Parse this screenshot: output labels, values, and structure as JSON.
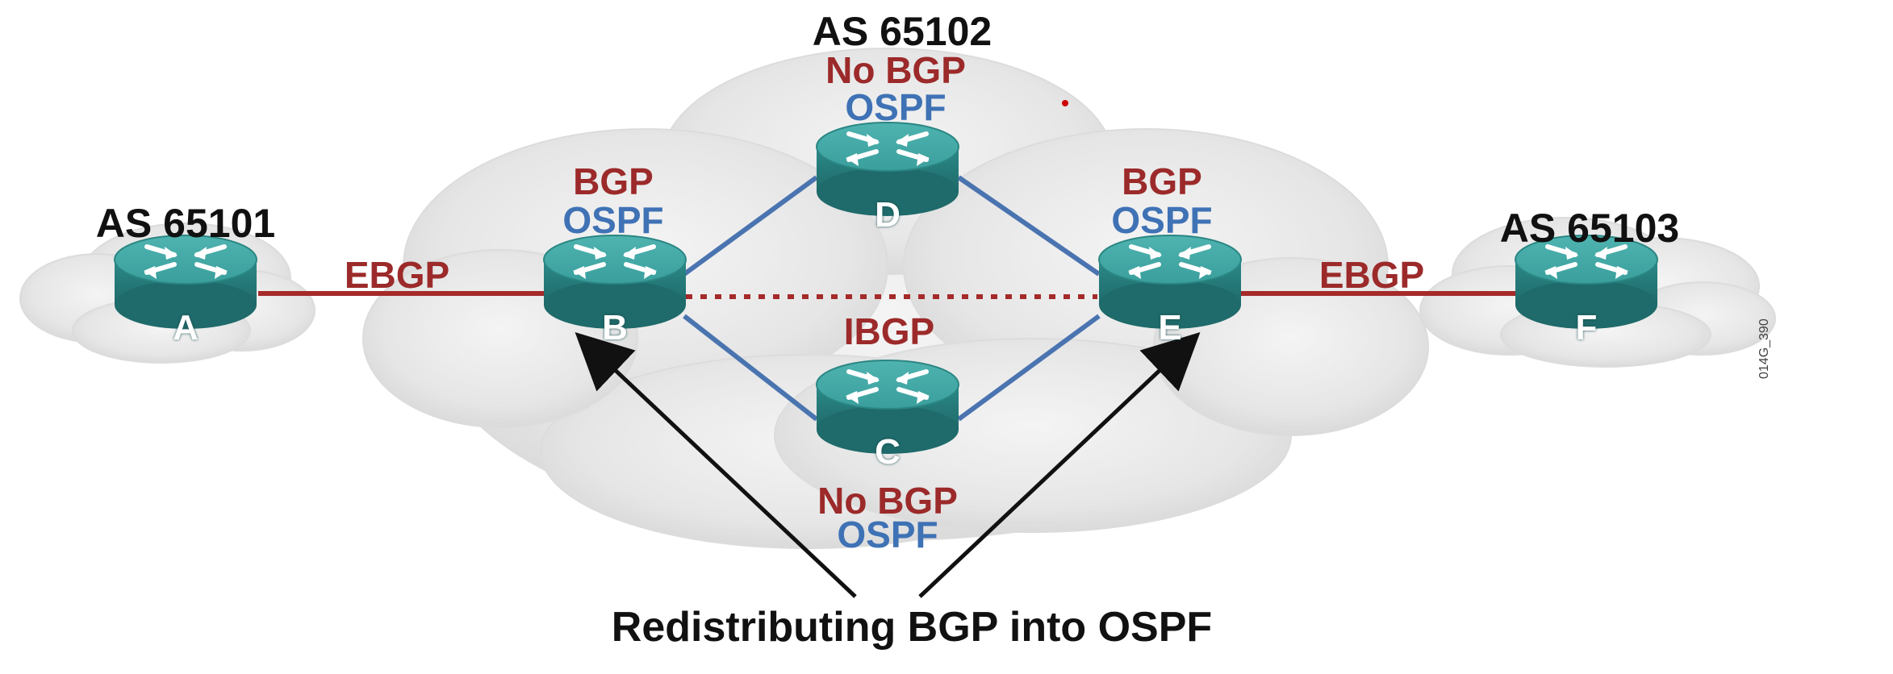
{
  "colors": {
    "ebgp_link": "#a52a2a",
    "ibgp_link": "#a52a2a",
    "ospf_link": "#4a74b0",
    "bgp_text": "#9c2a2a",
    "ospf_text": "#3f72b5",
    "router_body": "#2f8f8c",
    "cloud": "#e6e6e6"
  },
  "autonomous_systems": {
    "left": "AS 65101",
    "middle": "AS 65102",
    "right": "AS 65103"
  },
  "routers": {
    "A": {
      "letter": "A"
    },
    "B": {
      "letter": "B",
      "protocol_top": "BGP",
      "protocol_bottom": "OSPF"
    },
    "C": {
      "letter": "C",
      "protocol_top": "No BGP",
      "protocol_bottom": "OSPF"
    },
    "D": {
      "letter": "D",
      "protocol_top": "No BGP",
      "protocol_bottom": "OSPF"
    },
    "E": {
      "letter": "E",
      "protocol_top": "BGP",
      "protocol_bottom": "OSPF"
    },
    "F": {
      "letter": "F"
    }
  },
  "links": {
    "a_b": "EBGP",
    "b_e": "IBGP",
    "e_f": "EBGP"
  },
  "caption": "Redistributing BGP into OSPF",
  "figure_id": "014G_390",
  "icons": [
    "router-icon",
    "cloud-icon",
    "arrow-icon"
  ]
}
